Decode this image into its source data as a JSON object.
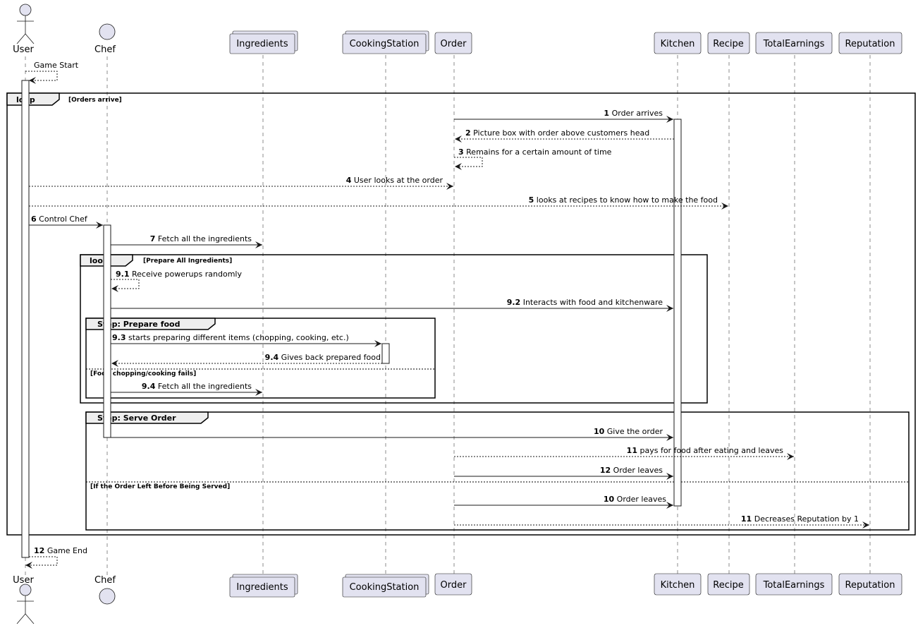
{
  "participants": {
    "user": "User",
    "chef": "Chef",
    "ingredients": "Ingredients",
    "cooking_station": "CookingStation",
    "order": "Order",
    "kitchen": "Kitchen",
    "recipe": "Recipe",
    "total_earnings": "TotalEarnings",
    "reputation": "Reputation"
  },
  "frames": {
    "outer_loop": {
      "keyword": "loop",
      "condition": "[Orders arrive]"
    },
    "inner_loop": {
      "keyword": "loop",
      "condition": "[Prepare All Ingredients]"
    },
    "prepare_food": {
      "title": "Step: Prepare food",
      "else_condition": "[Food chopping/cooking fails]"
    },
    "serve_order": {
      "title": "Step: Serve Order",
      "else_condition": "[If the Order Left Before Being Served]"
    }
  },
  "messages": [
    {
      "num": "",
      "text": "Game Start"
    },
    {
      "num": "1",
      "text": "Order arrives"
    },
    {
      "num": "2",
      "text": "Picture box with order above customers head"
    },
    {
      "num": "3",
      "text": "Remains for a certain amount of time"
    },
    {
      "num": "4",
      "text": "User looks at the order"
    },
    {
      "num": "5",
      "text": "looks at recipes to know how to make the food"
    },
    {
      "num": "6",
      "text": "Control Chef"
    },
    {
      "num": "7",
      "text": "Fetch all the ingredients"
    },
    {
      "num": "9.1",
      "text": "Receive powerups randomly"
    },
    {
      "num": "9.2",
      "text": "Interacts with food and kitchenware"
    },
    {
      "num": "9.3",
      "text": "starts preparing different items (chopping, cooking, etc.)"
    },
    {
      "num": "9.4",
      "text": "Gives back prepared food"
    },
    {
      "num": "9.4",
      "text": "Fetch all the ingredients"
    },
    {
      "num": "10",
      "text": "Give the order"
    },
    {
      "num": "11",
      "text": "pays for food after eating and leaves"
    },
    {
      "num": "12",
      "text": "Order leaves"
    },
    {
      "num": "10",
      "text": "Order leaves"
    },
    {
      "num": "11",
      "text": "Decreases Reputation by 1"
    },
    {
      "num": "12",
      "text": "Game End"
    }
  ],
  "colors": {
    "participant_fill": "#E2E2F0",
    "participant_border": "#181818",
    "frame_tab_fill": "#EEEEEE",
    "line": "#181818"
  }
}
